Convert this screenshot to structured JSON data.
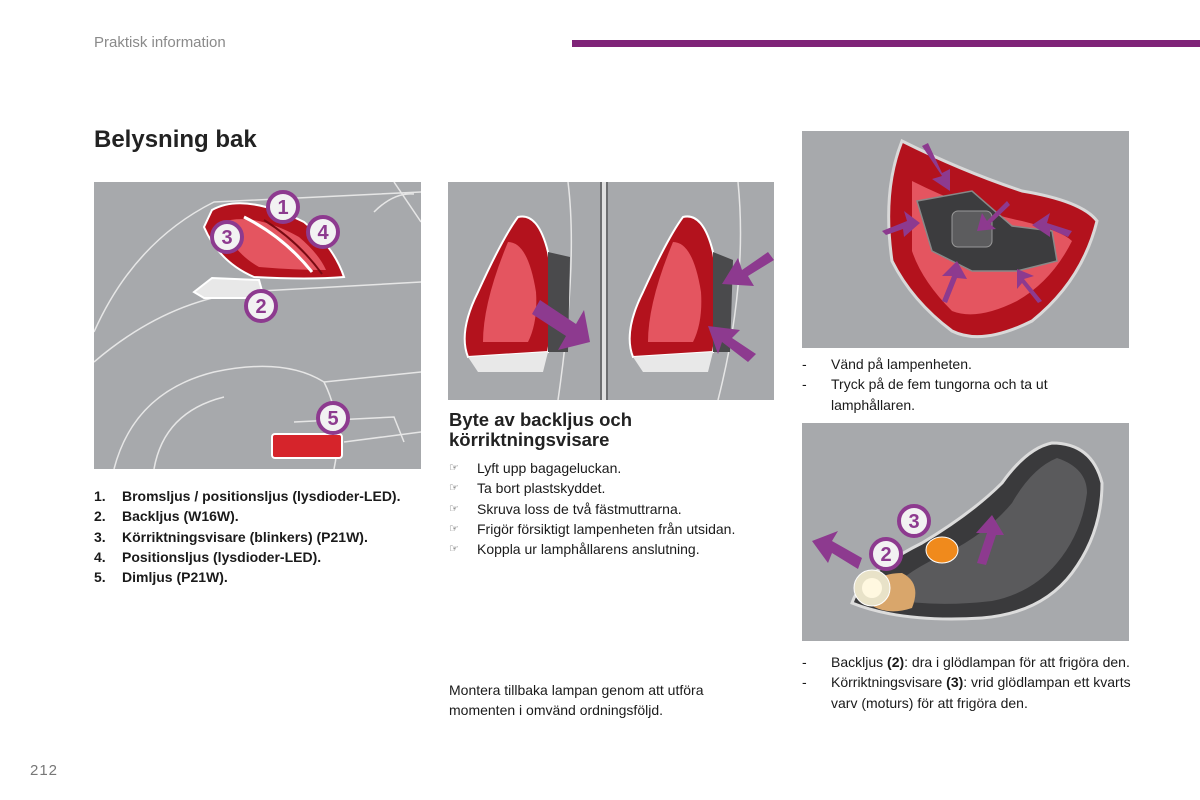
{
  "header": {
    "section": "Praktisk information",
    "accent_color": "#7f2478"
  },
  "title": "Belysning bak",
  "page_number": "212",
  "figure_callouts": [
    "1",
    "2",
    "3",
    "4",
    "5"
  ],
  "parts": [
    {
      "num": "1.",
      "text": "Bromsljus / positionsljus (lysdioder-LED)."
    },
    {
      "num": "2.",
      "text": "Backljus (W16W)."
    },
    {
      "num": "3.",
      "text": "Körriktningsvisare (blinkers) (P21W)."
    },
    {
      "num": "4.",
      "text": "Positionsljus (lysdioder-LED)."
    },
    {
      "num": "5.",
      "text": "Dimljus (P21W)."
    }
  ],
  "replacement": {
    "title": "Byte av backljus och körriktningsvisare",
    "bullet_icon": "pointing-hand-icon",
    "steps": [
      "Lyft upp bagageluckan.",
      "Ta bort plastskyddet.",
      "Skruva loss de två fästmuttrarna.",
      "Frigör försiktigt lampenheten från utsidan.",
      "Koppla ur lamphållarens anslutning."
    ],
    "reassembly": "Montera tillbaka lampan genom att utföra momenten i omvänd ordningsföljd."
  },
  "holder_steps": {
    "dash": "-",
    "items": [
      "Vänd på lampenheten.",
      "Tryck på de fem tungorna och ta ut lamphållaren."
    ]
  },
  "bulb_steps": {
    "dash": "-",
    "items": [
      {
        "pre": "Backljus ",
        "bold": "(2)",
        "post": ": dra i glödlampan för att frigöra den."
      },
      {
        "pre": "Körriktningsvisare ",
        "bold": "(3)",
        "post": ": vrid glödlampan ett kvarts varv (moturs) för att frigöra den."
      }
    ]
  }
}
